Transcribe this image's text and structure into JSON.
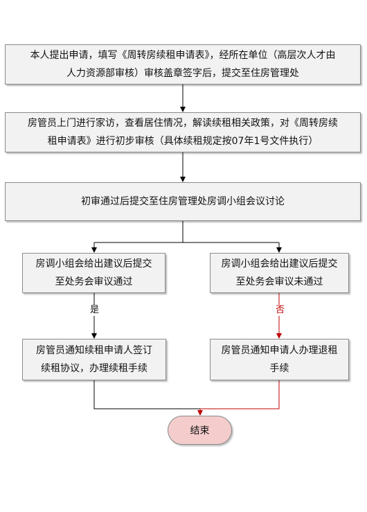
{
  "flowchart": {
    "step1": {
      "line1": "本人提出申请，填写《周转房续租申请表》，经所在单位（高层次人才由",
      "line2": "人力资源部审核）审核盖章签字后，提交至住房管理处"
    },
    "step2": {
      "line1": "房管员上门进行家访，查看居住情况，解读续租相关政策，对《周转房续",
      "line2": "租申请表》进行初步审核（具体续租规定按07年1号文件执行）"
    },
    "step3": {
      "line1": "初审通过后提交至住房管理处房调小组会议讨论"
    },
    "approved": {
      "line1": "房调小组会给出建议后提交",
      "line2": "至处务会审议通过"
    },
    "rejected": {
      "line1": "房调小组会给出建议后提交",
      "line2": "至处务会审议未通过"
    },
    "renew": {
      "line1": "房管员通知续租申请人签订",
      "line2": "续租协议，办理续租手续"
    },
    "return": {
      "line1": "房管员通知申请人办理退租",
      "line2": "手续"
    },
    "yes_label": "是",
    "no_label": "否",
    "end_label": "结束"
  },
  "colors": {
    "box_fill": "#f2f2f2",
    "end_fill": "#f4cccc",
    "yes_path": "#000000",
    "no_path": "#c00000"
  }
}
